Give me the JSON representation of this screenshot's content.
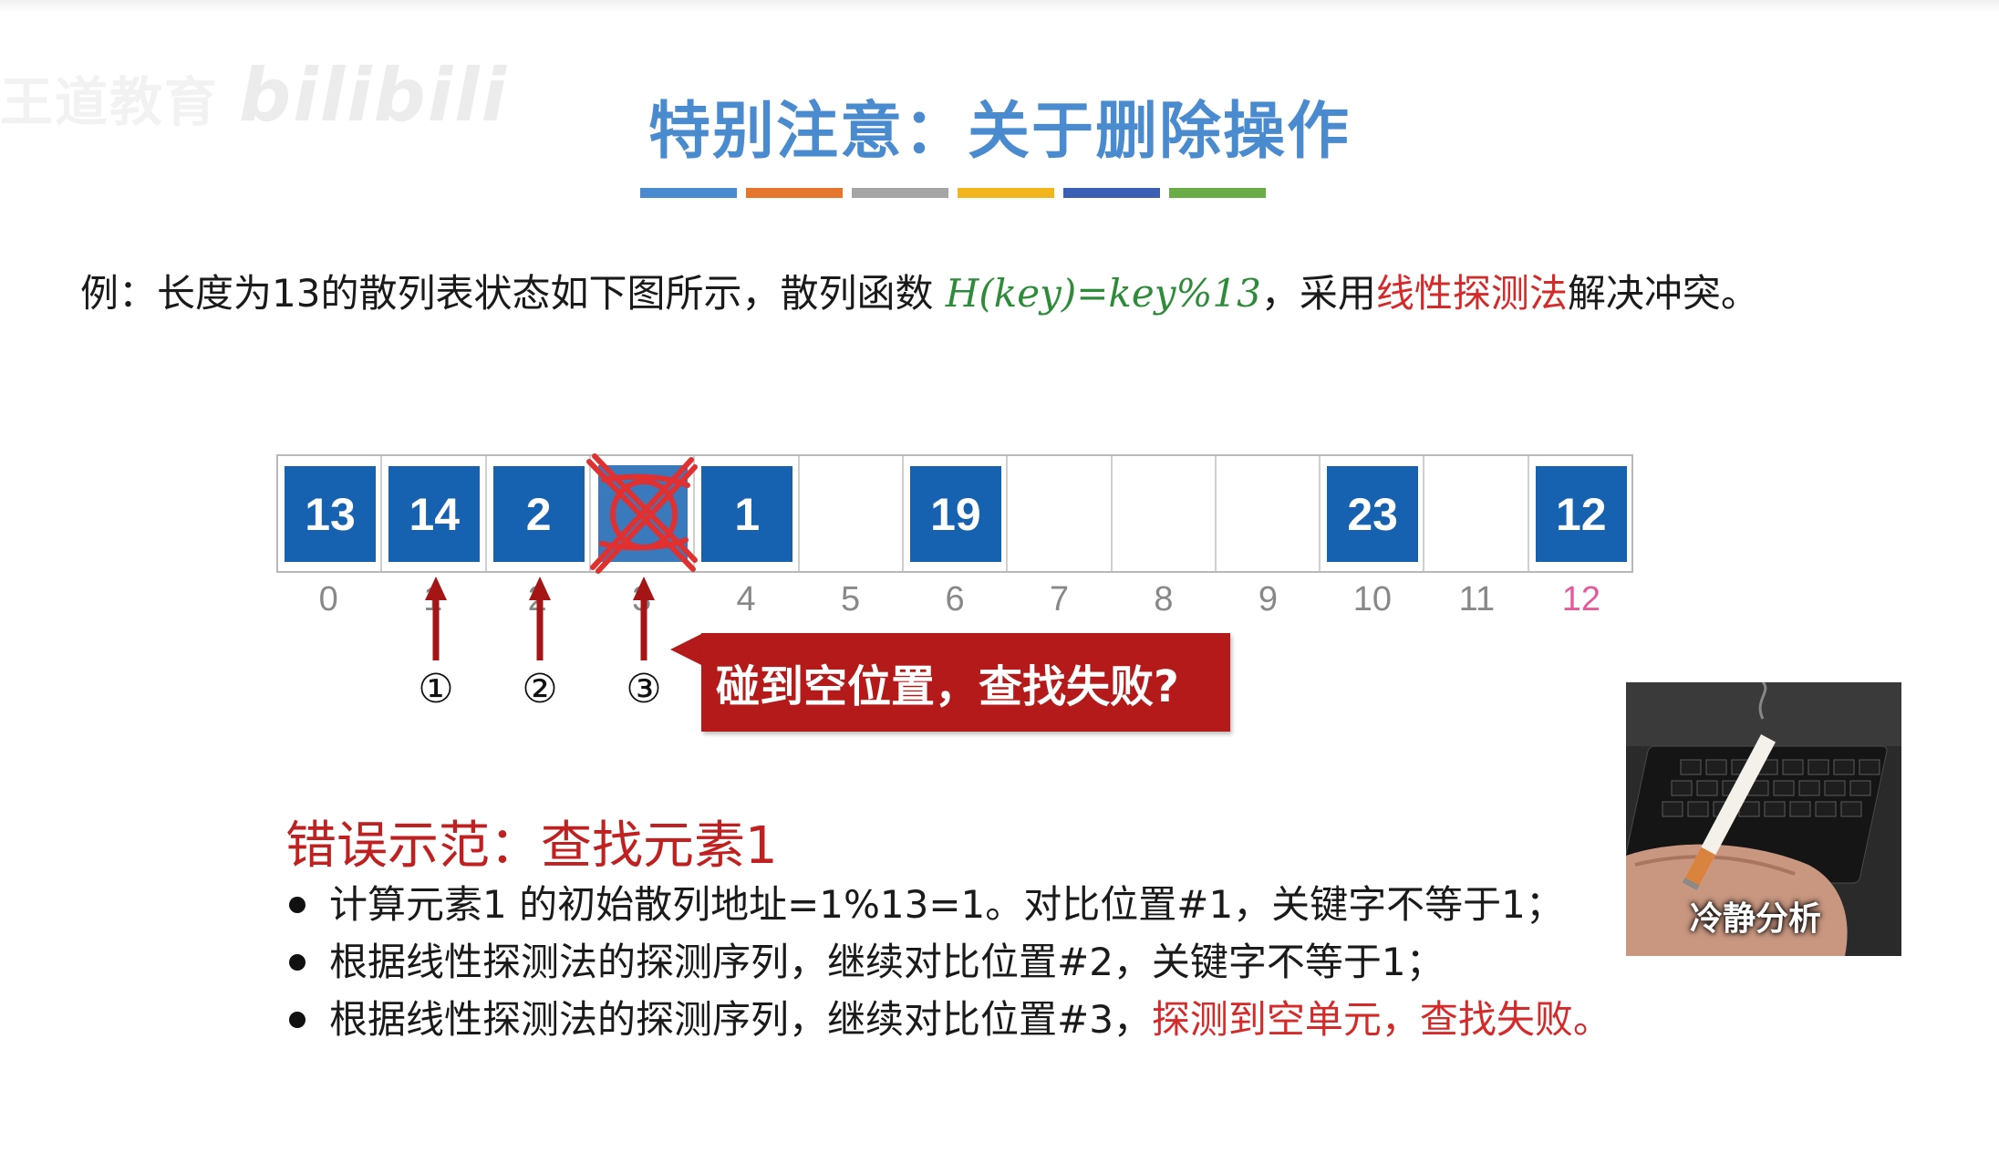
{
  "watermark": {
    "left_text": "王道教育",
    "brand_text": "bilibili"
  },
  "title": "特别注意：关于删除操作",
  "title_bar_colors": [
    "#4a8bd0",
    "#e6762d",
    "#a5a5a5",
    "#f2b51d",
    "#3b5fb5",
    "#6aac45"
  ],
  "example": {
    "prefix": "例：长度为13的散列表状态如下图所示，散列函数 ",
    "hash_function": "H(key)=key%13",
    "middle": "，采用",
    "method": "线性探测法",
    "suffix": "解决冲突。"
  },
  "hash_table": {
    "size": 13,
    "cells": [
      {
        "index": "0",
        "key": "13"
      },
      {
        "index": "1",
        "key": "14"
      },
      {
        "index": "2",
        "key": "2"
      },
      {
        "index": "3",
        "key": "",
        "deleted": true
      },
      {
        "index": "4",
        "key": "1"
      },
      {
        "index": "5",
        "key": ""
      },
      {
        "index": "6",
        "key": "19"
      },
      {
        "index": "7",
        "key": ""
      },
      {
        "index": "8",
        "key": ""
      },
      {
        "index": "9",
        "key": ""
      },
      {
        "index": "10",
        "key": "23"
      },
      {
        "index": "11",
        "key": ""
      },
      {
        "index": "12",
        "key": "12"
      }
    ],
    "highlight_index_color": "#e75a9a",
    "key_color": "#1762b0",
    "deleted_mark_color": "#e03030"
  },
  "probe_steps": [
    "①",
    "②",
    "③"
  ],
  "callout": "碰到空位置，查找失败?",
  "wrong_example": {
    "heading": "错误示范：查找元素1",
    "bullets": [
      {
        "text": "计算元素1 的初始散列地址=1%13=1。对比位置#1，关键字不等于1；",
        "red": ""
      },
      {
        "text": "根据线性探测法的探测序列，继续对比位置#2，关键字不等于1；",
        "red": ""
      },
      {
        "text": "根据线性探测法的探测序列，继续对比位置#3，",
        "red": "探测到空单元，查找失败。"
      }
    ]
  },
  "meme": {
    "caption": "冷静分析"
  },
  "colors": {
    "title": "#4a8bd0",
    "accent_red": "#d42a2a",
    "callout_bg": "#b51a1a",
    "function_green": "#2e8b3a"
  }
}
